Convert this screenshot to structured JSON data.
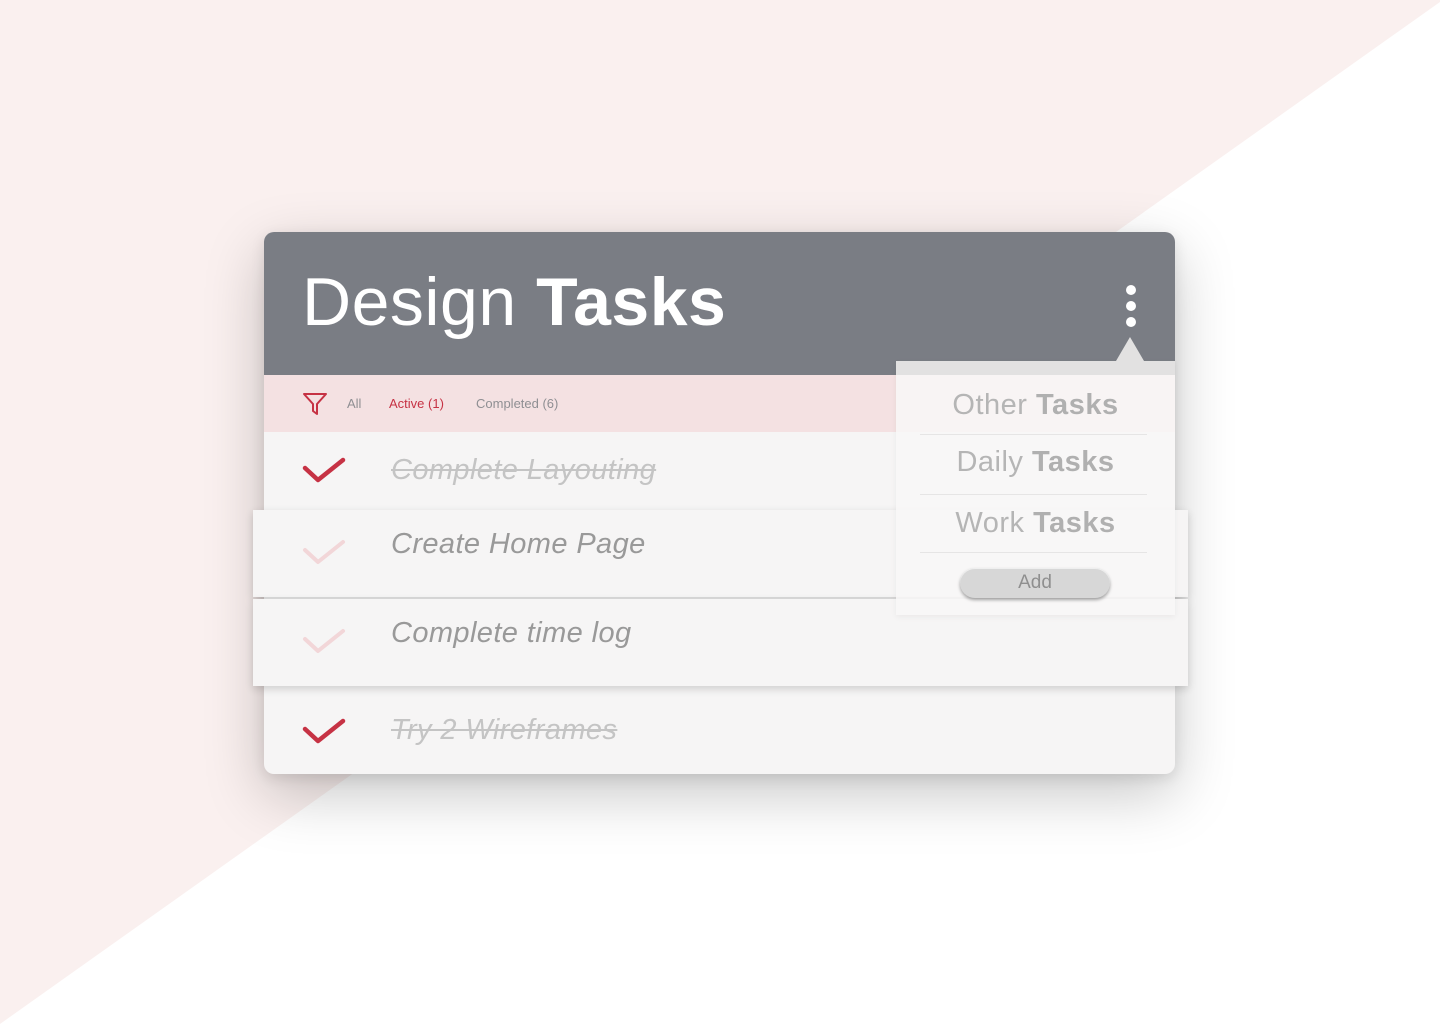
{
  "header": {
    "title_light": "Design",
    "title_bold": "Tasks"
  },
  "filters": {
    "icon": "filter-icon",
    "all": "All",
    "active": "Active (1)",
    "completed": "Completed (6)"
  },
  "tasks": [
    {
      "label": "Complete Layouting",
      "done": true
    },
    {
      "label": "Create Home Page",
      "done": false
    },
    {
      "label": "Complete time log",
      "done": false
    },
    {
      "label": "Try 2 Wireframes",
      "done": true
    }
  ],
  "dropdown": {
    "items": [
      {
        "light": "Other",
        "bold": "Tasks"
      },
      {
        "light": "Daily",
        "bold": "Tasks"
      },
      {
        "light": "Work",
        "bold": "Tasks"
      }
    ],
    "add_label": "Add"
  },
  "colors": {
    "header": "#7a7d84",
    "filter_bar": "#f4e1e2",
    "accent": "#c63244",
    "background_shape": "#faf0ef"
  }
}
